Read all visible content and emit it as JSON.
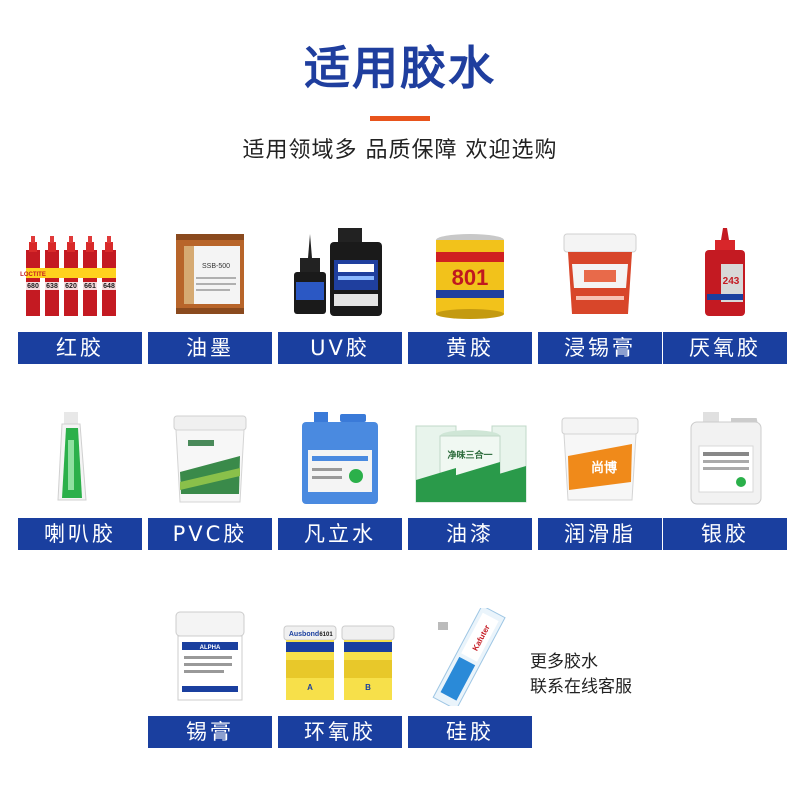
{
  "header": {
    "title": "适用胶水",
    "subtitle": "适用领域多 品质保障 欢迎选购",
    "accent_color": "#e8541c",
    "brand_color": "#1a3f9f"
  },
  "rows": [
    [
      {
        "label": "红胶",
        "icon": "red-glue-bottles-image",
        "product_texts": [
          "LOCTITE",
          "680",
          "638",
          "620",
          "661",
          "648"
        ]
      },
      {
        "label": "油墨",
        "icon": "ink-can-image",
        "product_texts": [
          "SSB-500"
        ]
      },
      {
        "label": "UV胶",
        "icon": "uv-glue-bottles-image",
        "product_texts": []
      },
      {
        "label": "黄胶",
        "icon": "yellow-glue-can-image",
        "product_texts": [
          "801"
        ]
      },
      {
        "label": "浸锡膏",
        "icon": "dip-solder-paste-tub-image",
        "product_texts": []
      },
      {
        "label": "厌氧胶",
        "icon": "anaerobic-glue-bottle-image",
        "product_texts": [
          "243"
        ]
      }
    ],
    [
      {
        "label": "喇叭胶",
        "icon": "speaker-glue-tube-image",
        "product_texts": []
      },
      {
        "label": "PVC胶",
        "icon": "pvc-glue-bucket-image",
        "product_texts": []
      },
      {
        "label": "凡立水",
        "icon": "varnish-jerrycan-image",
        "product_texts": []
      },
      {
        "label": "油漆",
        "icon": "paint-buckets-image",
        "product_texts": [
          "净味三合一"
        ]
      },
      {
        "label": "润滑脂",
        "icon": "grease-bucket-image",
        "product_texts": [
          "尚博"
        ]
      },
      {
        "label": "银胶",
        "icon": "silver-glue-jug-image",
        "product_texts": []
      }
    ],
    [
      {
        "label": "锡膏",
        "icon": "solder-paste-jar-image",
        "product_texts": [
          "ALPHA"
        ]
      },
      {
        "label": "环氧胶",
        "icon": "epoxy-jars-image",
        "product_texts": [
          "Ausbond",
          "6101",
          "A",
          "B"
        ]
      },
      {
        "label": "硅胶",
        "icon": "silicone-tube-box-image",
        "product_texts": [
          "Kafuter"
        ]
      }
    ]
  ],
  "more_text": [
    "更多胶水",
    "联系在线客服"
  ]
}
